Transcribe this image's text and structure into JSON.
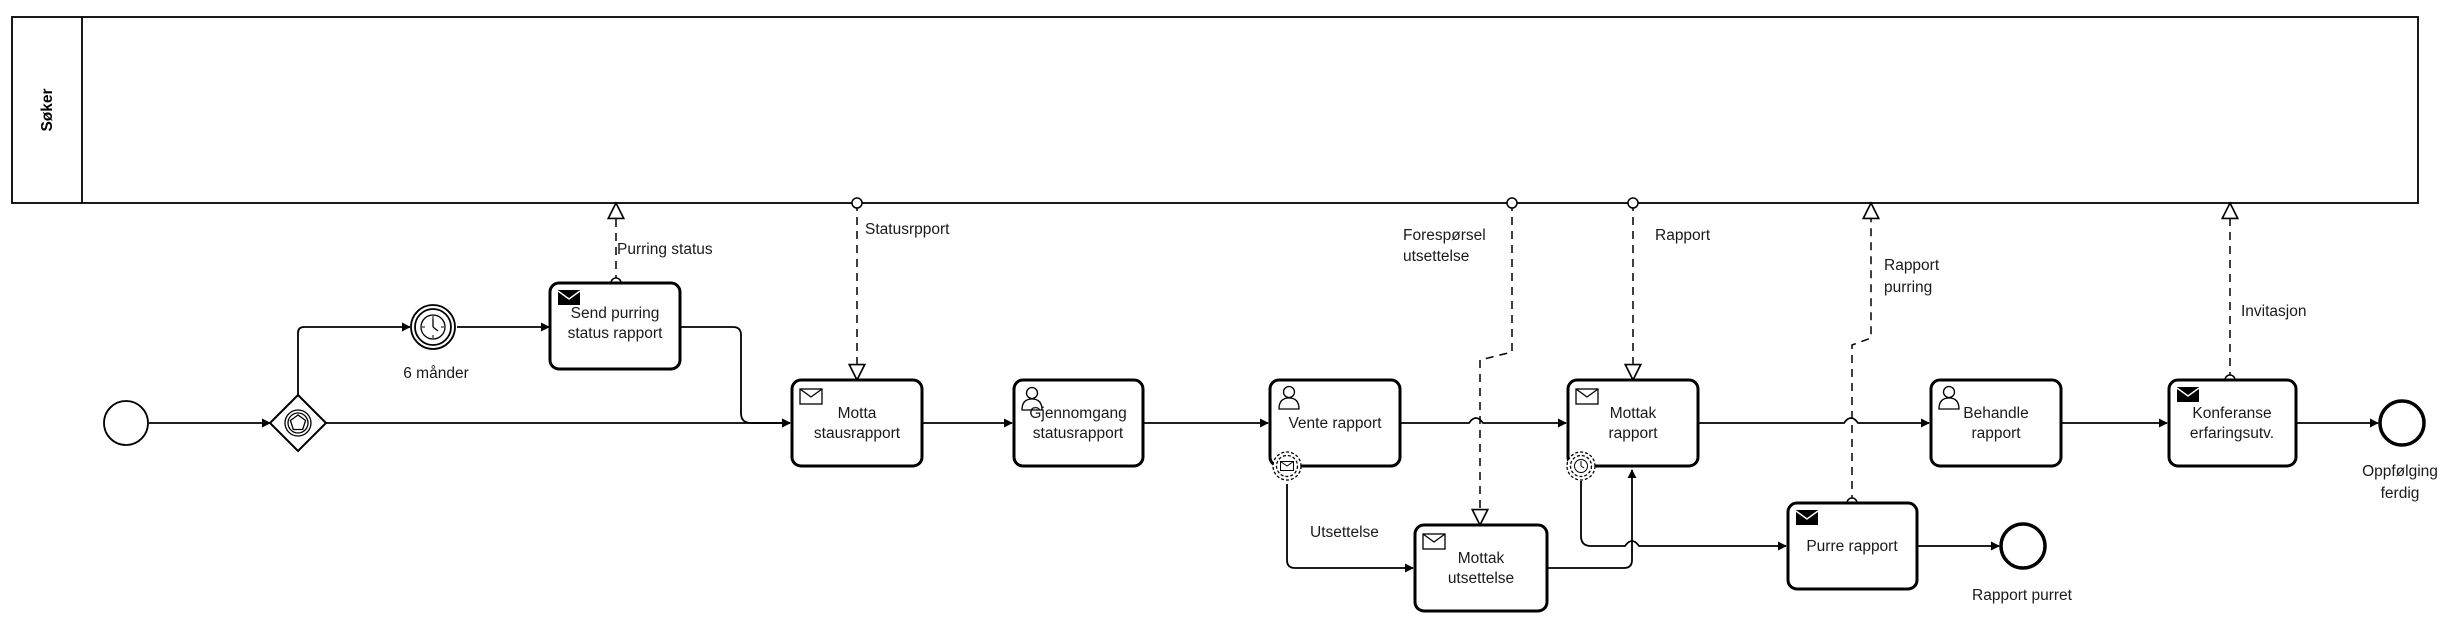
{
  "pool": {
    "label": "Søker"
  },
  "events": {
    "start": "",
    "timer_label": "6 månder",
    "end_reminded": "Rapport purret",
    "end_done_line1": "Oppfølging",
    "end_done_line2": "ferdig"
  },
  "tasks": {
    "send_purring": [
      "Send purring",
      "status rapport"
    ],
    "motta_status": [
      "Motta",
      "stausrapport"
    ],
    "gjennomgang": [
      "Gjennomgang",
      "statusrapport"
    ],
    "vente": [
      "Vente rapport"
    ],
    "mottak_utsettelse": [
      "Mottak",
      "utsettelse"
    ],
    "mottak_rapport": [
      "Mottak",
      "rapport"
    ],
    "purre": [
      "Purre rapport"
    ],
    "behandle": [
      "Behandle",
      "rapport"
    ],
    "konferanse": [
      "Konferanse",
      "erfaringsutv."
    ]
  },
  "messages": {
    "purring_status": "Purring status",
    "statusrapport": "Statusrpport",
    "foresporsel_l1": "Forespørsel",
    "foresporsel_l2": "utsettelse",
    "rapport": "Rapport",
    "rapport_purring_l1": "Rapport",
    "rapport_purring_l2": "purring",
    "invitasjon": "Invitasjon"
  },
  "flows": {
    "utsettelse": "Utsettelse"
  }
}
